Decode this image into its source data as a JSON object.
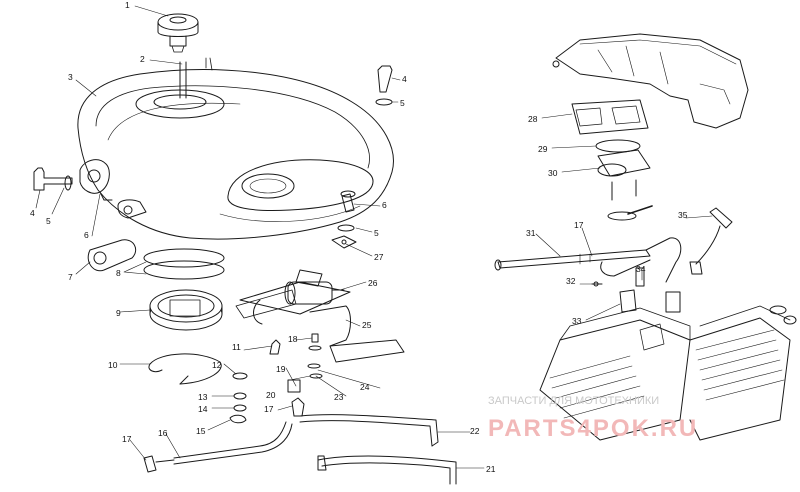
{
  "callouts": {
    "c1": "1",
    "c2": "2",
    "c3": "3",
    "c4a": "4",
    "c4b": "4",
    "c5a": "5",
    "c5b": "5",
    "c5c": "5",
    "c6a": "6",
    "c6b": "6",
    "c7": "7",
    "c8": "8",
    "c9": "9",
    "c10": "10",
    "c11": "11",
    "c12": "12",
    "c13": "13",
    "c14": "14",
    "c15": "15",
    "c16": "16",
    "c17a": "17",
    "c17b": "17",
    "c17c": "17",
    "c18": "18",
    "c19": "19",
    "c20": "20",
    "c21": "21",
    "c22": "22",
    "c23": "23",
    "c24": "24",
    "c25": "25",
    "c26": "26",
    "c27": "27",
    "c28": "28",
    "c29": "29",
    "c30": "30",
    "c31": "31",
    "c32": "32",
    "c33": "33",
    "c34": "34",
    "c35": "35"
  },
  "watermark": {
    "line1": "ЗАПЧАСТИ ДЛЯ МОТОТЕХНИКИ",
    "line2": "PARTS4POK.RU"
  },
  "colors": {
    "ink": "#1a1a1a",
    "watermark_red": "#f2b8b8",
    "watermark_gray": "#c9c9c9"
  }
}
